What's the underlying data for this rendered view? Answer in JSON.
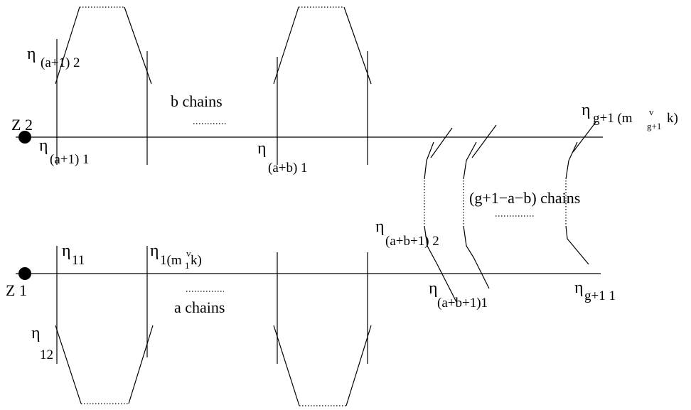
{
  "points": {
    "z2": "Z 2",
    "z1": "Z 1"
  },
  "chain_groups": {
    "b": "b chains",
    "a": "a chains",
    "g": "(g+1−a−b) chains"
  },
  "etas": {
    "symbol": "η",
    "a1_2": "(a+1) 2",
    "a1_1": "(a+1) 1",
    "ab_1": "(a+b) 1",
    "g1_mk_pre": "g+1 (m",
    "g1_mk_sup": "v",
    "g1_mk_sub": "g+1",
    "g1_mk_post": "k)",
    "ab1_2": "(a+b+1) 2",
    "ab1_1": "(a+b+1)1",
    "g1_1": "g+1 1",
    "e11": "11",
    "e1mk_pre": "1(m",
    "e1mk_sup": "v",
    "e1mk_sub": "1",
    "e1mk_post": "k)",
    "e12": "12"
  }
}
